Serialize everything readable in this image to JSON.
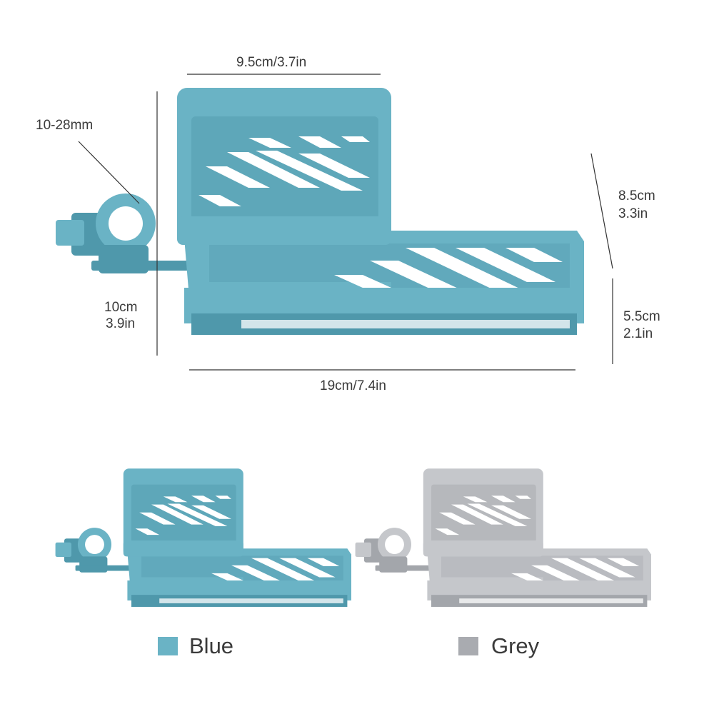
{
  "dimensions": {
    "top_width": "9.5cm/3.7in",
    "clamp_range": "10-28mm",
    "height_total_cm": "10cm",
    "height_total_in": "3.9in",
    "depth_cm": "8.5cm",
    "depth_in": "3.3in",
    "lower_height_cm": "5.5cm",
    "lower_height_in": "2.1in",
    "bottom_width": "19cm/7.4in"
  },
  "variants": [
    {
      "label": "Blue",
      "color": "#6ab3c5"
    },
    {
      "label": "Grey",
      "color": "#a9abb0"
    }
  ],
  "colors": {
    "blue_body": "#6ab3c5",
    "blue_dark": "#4f98ab",
    "grey_body": "#c5c7cb",
    "grey_dark": "#a3a6ab",
    "dimension_line": "#333333"
  }
}
